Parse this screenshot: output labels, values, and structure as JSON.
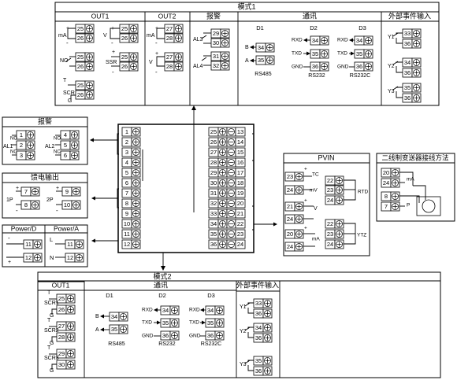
{
  "mode1": {
    "title": "模式1",
    "out1": "OUT1",
    "out2": "OUT2",
    "alarm": "报警",
    "comm": "通讯",
    "ext": "外部事件输入",
    "d1": "D1",
    "d2": "D2",
    "d3": "D3",
    "rs485": "RS485",
    "rs232a": "RS232",
    "rs232c": "RS232C"
  },
  "mode2": {
    "title": "模式2",
    "out1": "OUT1",
    "comm": "通讯",
    "ext": "外部事件输入",
    "d1": "D1",
    "d2": "D2",
    "d3": "D3",
    "rs485": "RS485",
    "rs232": "RS232",
    "rs232c": "RS232C"
  },
  "labels": {
    "ma": "mA",
    "v": "V",
    "no": "NO",
    "ssr": "SSR",
    "scr": "SCR",
    "t": "T",
    "g": "G",
    "plus": "+",
    "minus": "-",
    "al1": "AL1",
    "al2": "AL2",
    "al3": "AL3",
    "al4": "AL4",
    "nc": "NC",
    "b": "B",
    "a": "A",
    "rxd": "RXD",
    "txd": "TXD",
    "gnd": "GND",
    "y1": "Y1",
    "y2": "Y2",
    "y3": "Y3",
    "p1": "1P",
    "p2": "2P",
    "l": "L",
    "n": "N",
    "tc": "TC",
    "mv": "mV",
    "rtd": "RTD",
    "ytz": "YTZ",
    "p": "P"
  },
  "panels": {
    "alarm": "报警",
    "feed": "馈电输出",
    "powerD": "Power/D",
    "powerA": "Power/A",
    "pvin": "PVIN",
    "twowire": "二线制变送器接线方法"
  },
  "device": {
    "left": [
      "1",
      "2",
      "3",
      "4",
      "5",
      "6",
      "7",
      "8",
      "9",
      "10",
      "11",
      "12"
    ],
    "mid": [
      "25",
      "26",
      "27",
      "28",
      "29",
      "30",
      "31",
      "32",
      "33",
      "34",
      "35",
      "36"
    ],
    "right": [
      "13",
      "14",
      "15",
      "16",
      "17",
      "18",
      "19",
      "20",
      "21",
      "22",
      "23",
      "24"
    ]
  }
}
